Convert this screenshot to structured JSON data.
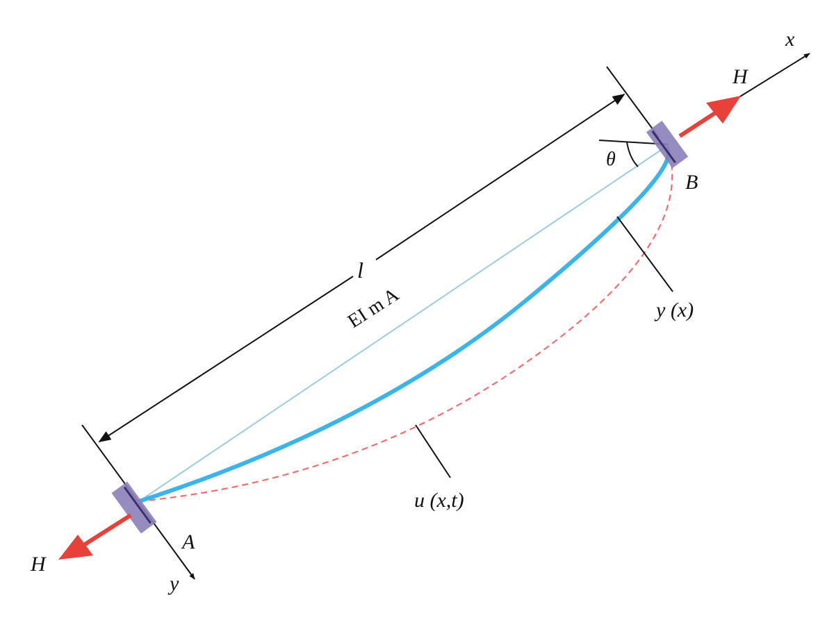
{
  "labels": {
    "length": "l",
    "properties": "EI m A",
    "angle": "θ",
    "static_shape": "y (x)",
    "dynamic_shape": "u (x,t)",
    "support_a": "A",
    "support_b": "B",
    "force_a": "H",
    "force_b": "H",
    "axis_x": "x",
    "axis_y": "y"
  },
  "colors": {
    "cable": "#3bb4ea",
    "chord": "#9ccbe3",
    "dynamic": "#f26d6d",
    "force": "#e8413a",
    "support": "#8b7fb8",
    "ink": "#111111"
  }
}
